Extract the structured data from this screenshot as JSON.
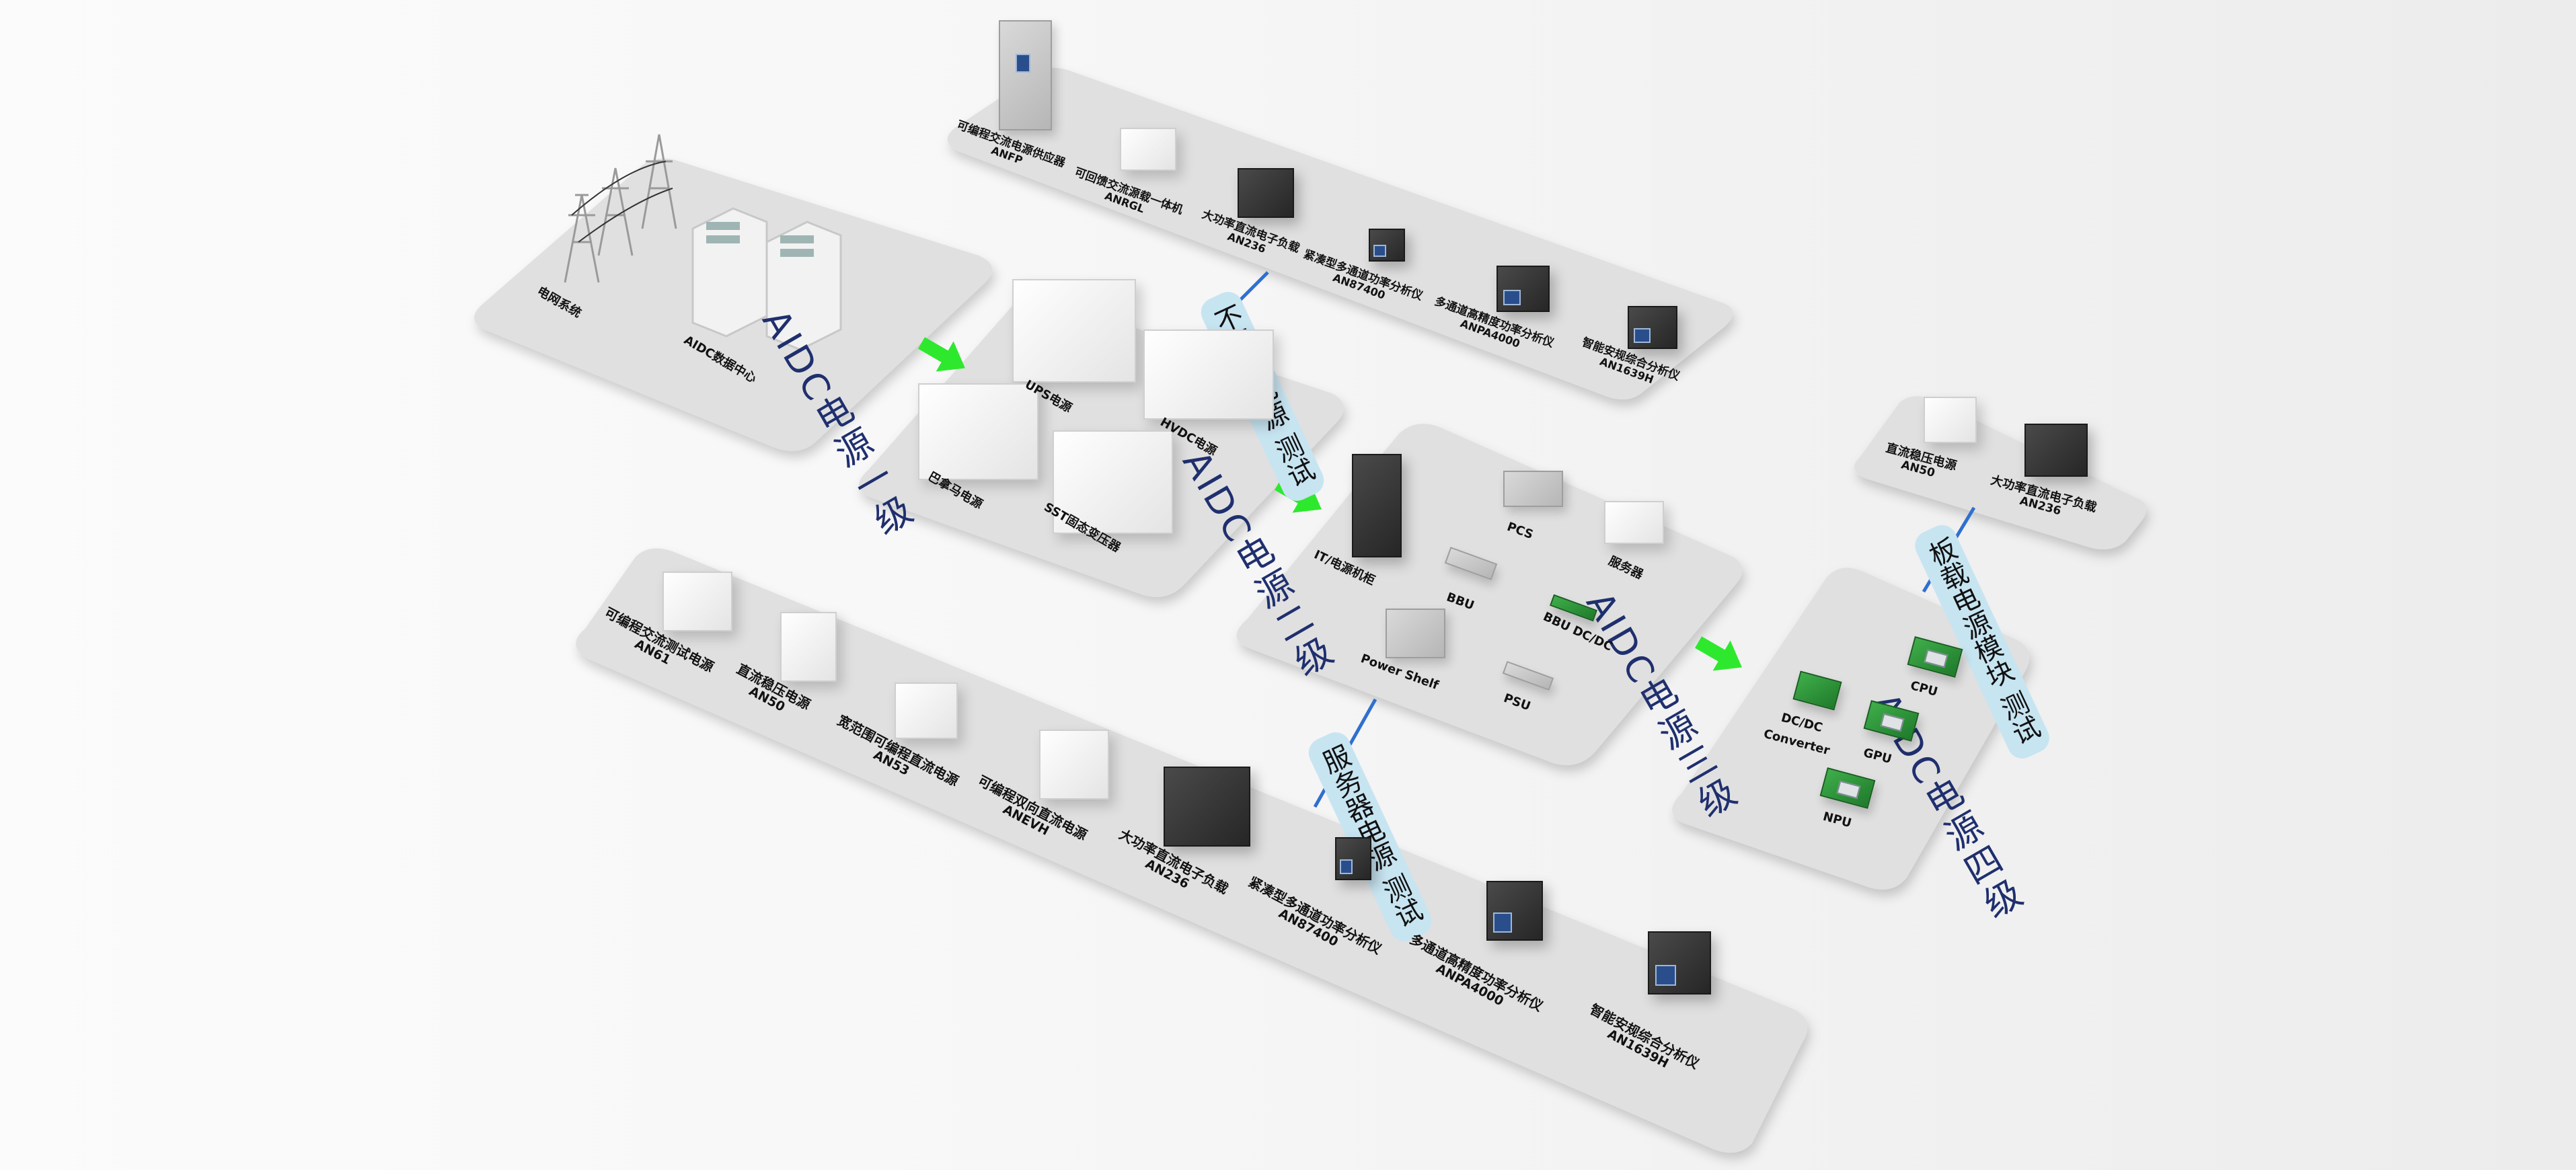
{
  "diagram": {
    "colors": {
      "panel": "#e0e0e0",
      "level_text": "#1f2f6e",
      "tag_bg": "#c7e4f1",
      "connector": "#2f6fcf",
      "arrow": "#2ee82e"
    },
    "level1": {
      "title": "AIDC电源一级",
      "items": [
        {
          "label": "电网系统",
          "icon": "power-tower-icon"
        },
        {
          "label": "AIDC数据中心",
          "icon": "data-center-building-icon"
        }
      ]
    },
    "level2": {
      "title": "AIDC电源二级",
      "items": [
        {
          "label": "UPS电源",
          "icon": "ups-cabinet-icon"
        },
        {
          "label": "HVDC电源",
          "icon": "hvdc-cabinet-icon"
        },
        {
          "label": "巴拿马电源",
          "icon": "panama-power-cabinet-icon"
        },
        {
          "label": "SST固态变压器",
          "icon": "sst-transformer-icon"
        }
      ]
    },
    "level3": {
      "title": "AIDC电源三级",
      "items": [
        {
          "label": "IT/电源机柜",
          "icon": "server-rack-icon"
        },
        {
          "label": "PCS",
          "icon": "pcs-module-icon"
        },
        {
          "label": "服务器",
          "icon": "server-icon"
        },
        {
          "label": "BBU",
          "icon": "bbu-module-icon"
        },
        {
          "label": "BBU DC/DC",
          "icon": "dcdc-board-icon"
        },
        {
          "label": "Power Shelf",
          "icon": "power-shelf-icon"
        },
        {
          "label": "PSU",
          "icon": "psu-icon"
        }
      ]
    },
    "level4": {
      "title": "AIDC电源四级",
      "items": [
        {
          "label": "CPU",
          "icon": "cpu-icon"
        },
        {
          "label": "DC/DC Converter",
          "icon": "dcdc-converter-icon"
        },
        {
          "label": "GPU",
          "icon": "gpu-icon"
        },
        {
          "label": "NPU",
          "icon": "npu-icon"
        }
      ]
    },
    "ups_test": {
      "tag": "不间断电源 测试",
      "devices": [
        {
          "name": "可编程交流电源供应器",
          "model": "ANFP"
        },
        {
          "name": "可回馈交流源载一体机",
          "model": "ANRGL"
        },
        {
          "name": "大功率直流电子负载",
          "model": "AN236"
        },
        {
          "name": "紧凑型多通道功率分析仪",
          "model": "AN87400"
        },
        {
          "name": "多通道高精度功率分析仪",
          "model": "ANPA4000"
        },
        {
          "name": "智能安规综合分析仪",
          "model": "AN1639H"
        }
      ]
    },
    "server_psu_test": {
      "tag": "服务器电源 测试",
      "devices": [
        {
          "name": "可编程交流测试电源",
          "model": "AN61"
        },
        {
          "name": "直流稳压电源",
          "model": "AN50"
        },
        {
          "name": "宽范围可编程直流电源",
          "model": "AN53"
        },
        {
          "name": "可编程双向直流电源",
          "model": "ANEVH"
        },
        {
          "name": "大功率直流电子负载",
          "model": "AN236"
        },
        {
          "name": "紧凑型多通道功率分析仪",
          "model": "AN87400"
        },
        {
          "name": "多通道高精度功率分析仪",
          "model": "ANPA4000"
        },
        {
          "name": "智能安规综合分析仪",
          "model": "AN1639H"
        }
      ]
    },
    "board_power_test": {
      "tag": "板载电源模块 测试",
      "devices": [
        {
          "name": "直流稳压电源",
          "model": "AN50"
        },
        {
          "name": "大功率直流电子负载",
          "model": "AN236"
        }
      ]
    }
  }
}
